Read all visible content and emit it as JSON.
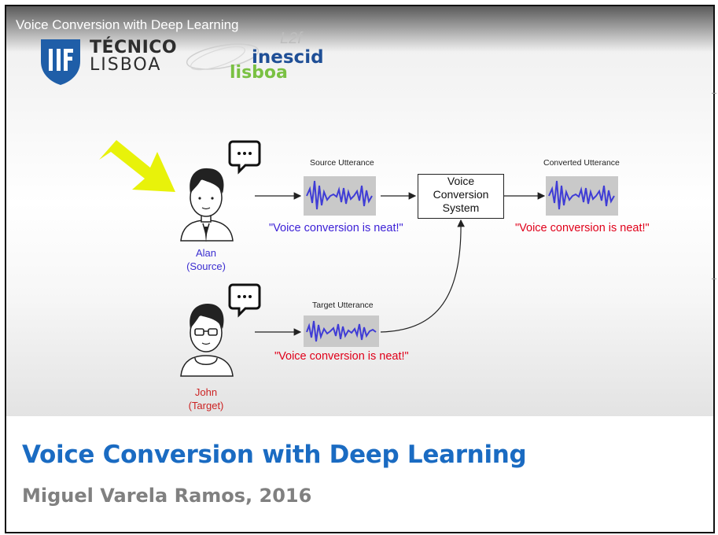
{
  "video": {
    "title": "Voice Conversion with Deep Learning",
    "logos": {
      "tecnico_line1": "TÉCNICO",
      "tecnico_line2": "LISBOA",
      "inesc_line1": "inesc",
      "inesc_line1b": "id",
      "inesc_line2": "lisboa",
      "l2f": "L2f"
    },
    "diagram": {
      "source_utterance_label": "Source Utterance",
      "converted_utterance_label": "Converted Utterance",
      "target_utterance_label": "Target Utterance",
      "system_box": [
        "Voice",
        "Conversion",
        "System"
      ],
      "quote_source": "\"Voice conversion is neat!\"",
      "quote_converted": "\"Voice conversion is neat!\"",
      "quote_target": "\"Voice conversion is neat!\"",
      "person_source_name": "Alan",
      "person_source_role": "(Source)",
      "person_target_name": "John",
      "person_target_role": "(Target)"
    }
  },
  "caption": {
    "title": "Voice Conversion with Deep Learning",
    "author": "Miguel Varela Ramos, 2016"
  },
  "colors": {
    "caption_title": "#1a6bc2",
    "caption_author": "#808080",
    "quote_blue": "#3a1ed6",
    "quote_red": "#e0001a",
    "arrow_yellow": "#e8f20a",
    "logo_blue": "#1f5ea8",
    "logo_green": "#7ac143"
  },
  "icons": [
    "tecnico-shield-icon",
    "inesc-swirl-icon",
    "pointer-arrow-icon",
    "speech-bubble-icon",
    "waveform-icon",
    "man-avatar-icon",
    "man-glasses-avatar-icon"
  ]
}
